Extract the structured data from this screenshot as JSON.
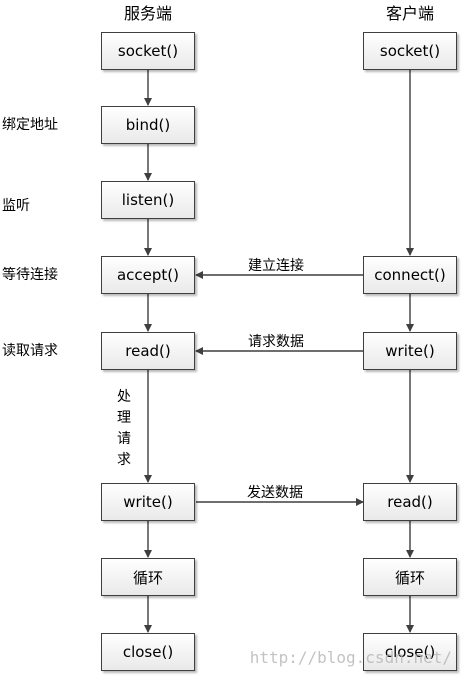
{
  "headers": {
    "server": "服务端",
    "client": "客户端"
  },
  "server_steps": [
    {
      "label": "socket()"
    },
    {
      "label": "bind()"
    },
    {
      "label": "listen()"
    },
    {
      "label": "accept()"
    },
    {
      "label": "read()"
    },
    {
      "label": "write()"
    },
    {
      "label": "循环"
    },
    {
      "label": "close()"
    }
  ],
  "client_steps": [
    {
      "label": "socket()"
    },
    {
      "label": "connect()"
    },
    {
      "label": "write()"
    },
    {
      "label": "read()"
    },
    {
      "label": "循环"
    },
    {
      "label": "close()"
    }
  ],
  "side_labels": [
    {
      "text": "绑定地址"
    },
    {
      "text": "监听"
    },
    {
      "text": "等待连接"
    },
    {
      "text": "读取请求"
    }
  ],
  "arrow_labels": [
    {
      "text": "建立连接"
    },
    {
      "text": "请求数据"
    },
    {
      "text": "发送数据"
    }
  ],
  "processing_label": [
    "处",
    "理",
    "请",
    "求"
  ],
  "watermark": "http://blog.csdn.net/"
}
